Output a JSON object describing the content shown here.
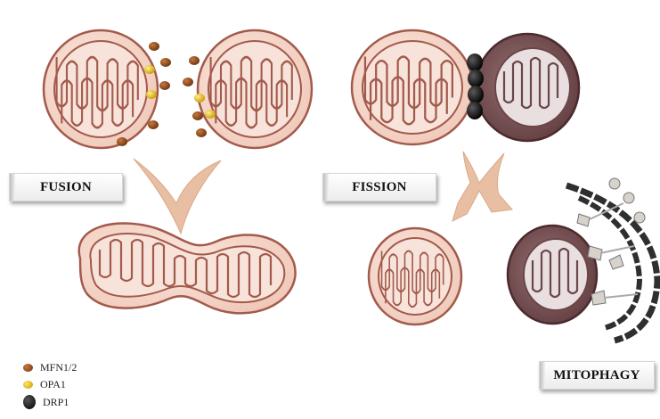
{
  "labels": {
    "fusion": "FUSION",
    "fission": "FISSION",
    "mitophagy": "MITOPHAGY"
  },
  "legend": [
    {
      "name": "MFN1/2",
      "color": "#8a4a1e"
    },
    {
      "name": "OPA1",
      "color": "#e0b400"
    },
    {
      "name": "DRP1",
      "color": "#111111"
    }
  ],
  "colors": {
    "mito_outer_healthy": "#f2d3c6",
    "mito_inner_healthy": "#f7e3da",
    "mito_outline": "#a35a4c",
    "mito_damaged": "#7a5557",
    "arrow": "#e9bfa3",
    "phagophore": "#2f2f2f"
  }
}
